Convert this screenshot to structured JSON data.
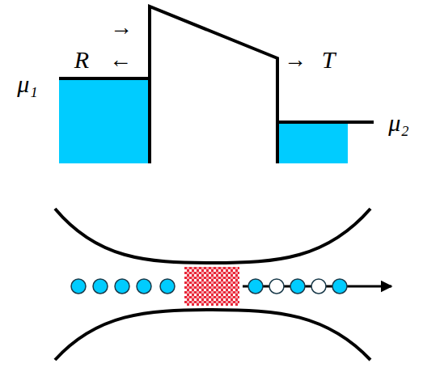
{
  "diagram": {
    "labels": [
      "μ₁",
      "R",
      "←",
      "→",
      "→",
      "T",
      "μ₂"
    ]
  }
}
